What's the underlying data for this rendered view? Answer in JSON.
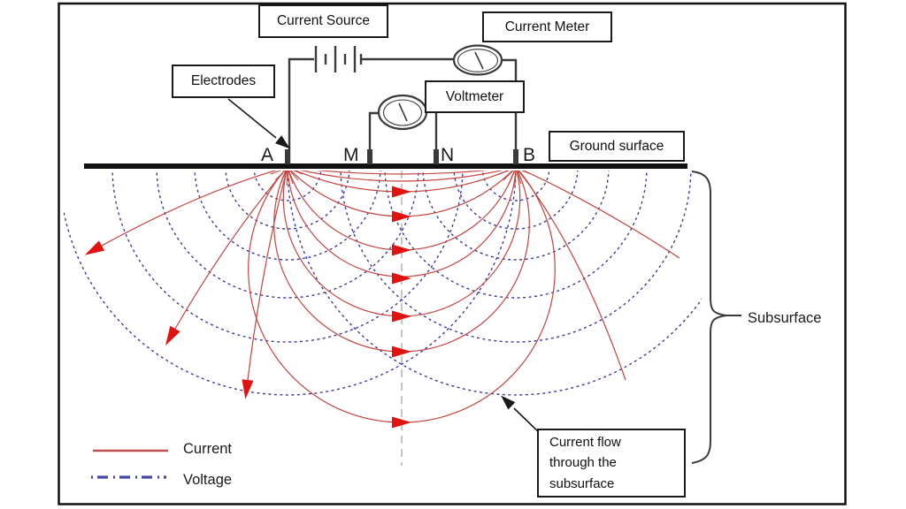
{
  "diagram": {
    "labels": {
      "current_source": "Current Source",
      "current_meter": "Current Meter",
      "electrodes": "Electrodes",
      "voltmeter": "Voltmeter",
      "ground_surface": "Ground surface",
      "subsurface": "Subsurface",
      "current_flow": "Current flow\nthrough the\nsubsurface"
    },
    "electrodes": [
      "A",
      "M",
      "N",
      "B"
    ],
    "legend": [
      {
        "label": "Current",
        "style": "solid",
        "color": "#c0504d"
      },
      {
        "label": "Voltage",
        "style": "dashed",
        "color": "#4646a8"
      }
    ],
    "colors": {
      "current_line": "#c4453f",
      "voltage_line": "#3c3c9e",
      "arrow_red": "#e01310",
      "centerline": "#b3b3b3",
      "ink": "#3a3a3a",
      "ground": "#111111"
    }
  }
}
